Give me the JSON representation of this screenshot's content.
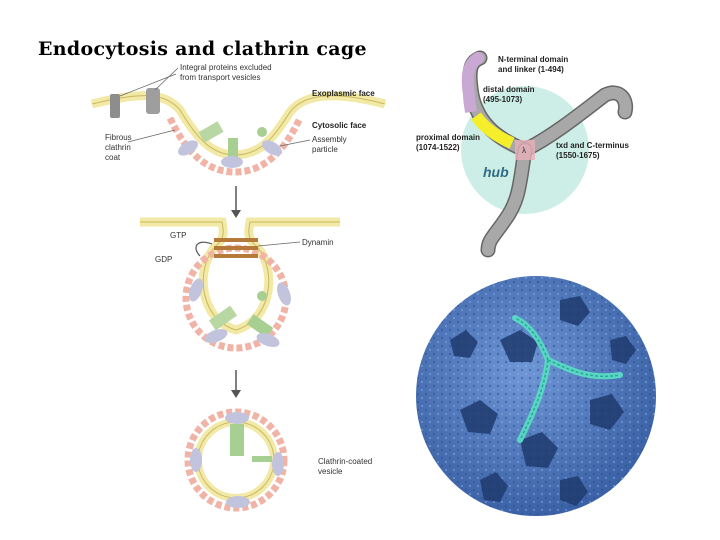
{
  "slide": {
    "title": "Endocytosis and clathrin cage"
  },
  "endocytosis_panel": {
    "labels": {
      "integral_line1": "Integral proteins excluded",
      "integral_line2": "from transport vesicles",
      "exoplasmic": "Exoplasmic face",
      "cytosolic": "Cytosolic face",
      "fibrous_line1": "Fibrous",
      "fibrous_line2": "clathrin",
      "fibrous_line3": "coat",
      "assembly_line1": "Assembly",
      "assembly_line2": "particle",
      "gtp": "GTP",
      "gdp": "GDP",
      "dynamin": "Dynamin",
      "coated_line1": "Clathrin-coated",
      "coated_line2": "vesicle"
    }
  },
  "triskelion_panel": {
    "labels": {
      "n_terminal_line1": "N-terminal domain",
      "n_terminal_line2": "and linker (1-494)",
      "distal_line1": "distal domain",
      "distal_line2": "(495-1073)",
      "proximal_line1": "proximal domain",
      "proximal_line2": "(1074-1522)",
      "txd_line1": "txd and C-terminus",
      "txd_line2": "(1550-1675)",
      "hub": "hub"
    },
    "colors": {
      "n_terminal": "#c9a9d3",
      "distal": "#f4ef2a",
      "proximal": "#9a9a9a",
      "hub_circle": "#cdeee6",
      "leg": "#a8a8a8"
    }
  },
  "cage_panel": {
    "colors": {
      "cage": "#4f7bbf",
      "highlight": "#59d6c4"
    }
  }
}
